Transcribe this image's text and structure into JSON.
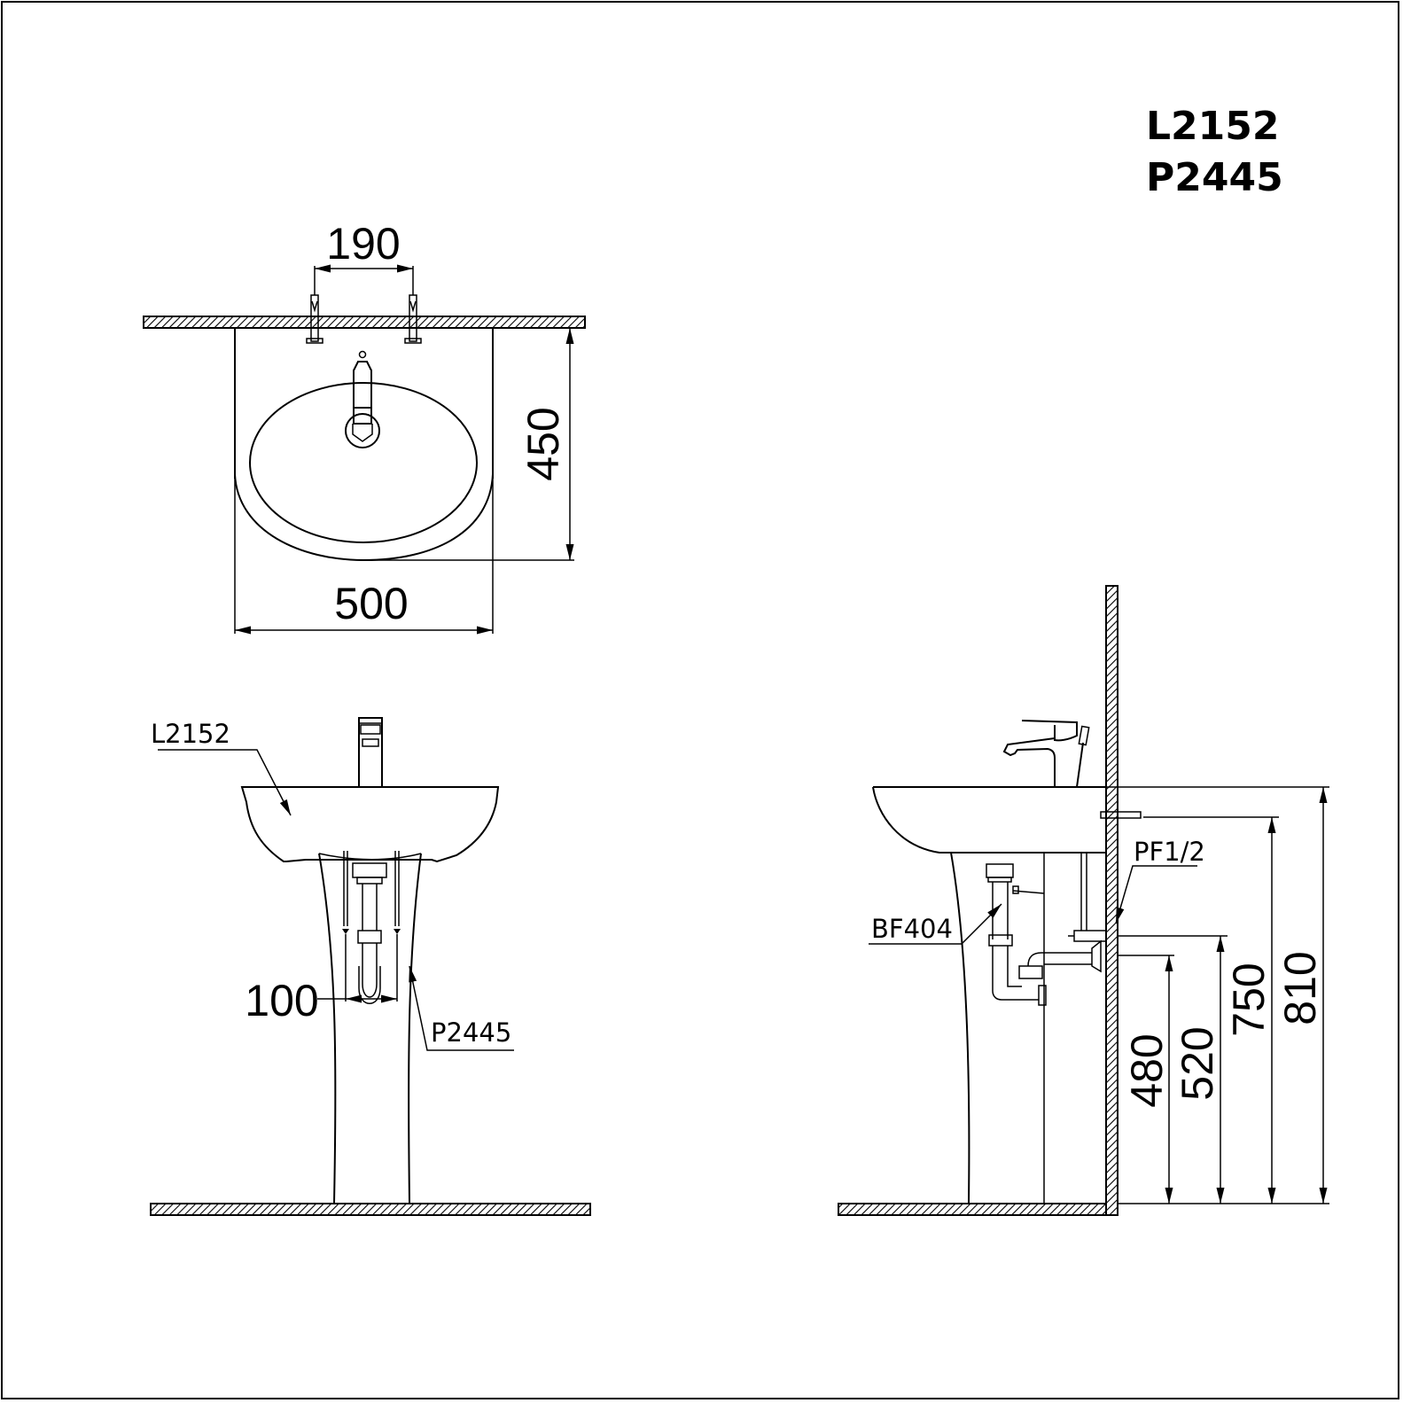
{
  "title": {
    "lines": [
      "L2152",
      "P2445"
    ]
  },
  "top_view": {
    "dim_faucet_holes": "190",
    "dim_depth": "450",
    "dim_width": "500"
  },
  "front_view": {
    "label_basin": "L2152",
    "label_pedestal": "P2445",
    "dim_supply_spacing": "100"
  },
  "side_view": {
    "label_supply": "PF1/2",
    "label_drain": "BF404",
    "dim_drain_height": "480",
    "dim_supply_height": "520",
    "dim_overflow_height": "750",
    "dim_rim_height": "810"
  },
  "colors": {
    "line": "#000000",
    "background": "#ffffff"
  }
}
